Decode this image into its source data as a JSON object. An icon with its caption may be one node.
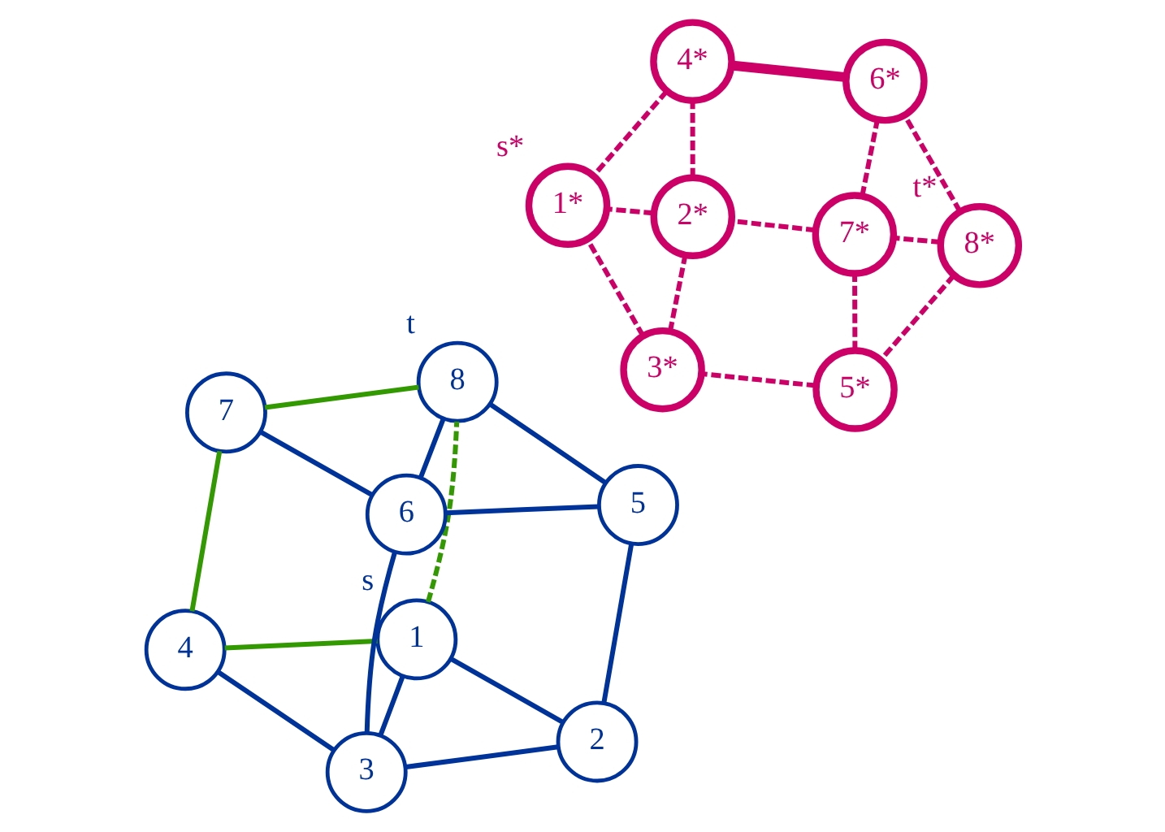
{
  "diagram": {
    "nodes": [
      {
        "text": [
          "1"
        ],
        "beside": [
          "s"
        ]
      },
      {
        "text": [
          "2"
        ]
      },
      {
        "text": [
          "3"
        ]
      },
      {
        "text": [
          "4"
        ]
      },
      {
        "text": [
          "5"
        ]
      },
      {
        "text": [
          "6"
        ]
      },
      {
        "text": [
          "7"
        ]
      },
      {
        "text": [
          "8"
        ],
        "beside": [
          "t"
        ]
      },
      {
        "text": [
          "1*"
        ],
        "beside": [
          "s*"
        ]
      },
      {
        "text": [
          "2*"
        ]
      },
      {
        "text": [
          "3*"
        ]
      },
      {
        "text": [
          "4*"
        ]
      },
      {
        "text": [
          "5*"
        ]
      },
      {
        "text": [
          "6*"
        ]
      },
      {
        "text": [
          "7*"
        ]
      },
      {
        "text": [
          "8*"
        ],
        "beside": [
          "t*"
        ]
      }
    ],
    "edges": [
      {
        "from": 0,
        "to": 1,
        "arrow": "none",
        "color": "#003399"
      },
      {
        "from": 0,
        "to": 2,
        "arrow": "none",
        "color": "#003399"
      },
      {
        "from": 1,
        "to": 2,
        "arrow": "none",
        "color": "#003399"
      },
      {
        "from": 1,
        "to": 4,
        "arrow": "none",
        "color": "#003399"
      },
      {
        "from": 2,
        "to": 5,
        "arrow": "none",
        "color": "#003399"
      },
      {
        "from": 4,
        "to": 5,
        "arrow": "none",
        "color": "#003399"
      },
      {
        "from": 4,
        "to": 7,
        "arrow": "none",
        "color": "#003399"
      },
      {
        "from": 5,
        "to": 7,
        "arrow": "none",
        "color": "#003399"
      },
      {
        "from": 2,
        "to": 3,
        "arrow": "none",
        "color": "#003399"
      },
      {
        "from": 5,
        "to": 6,
        "arrow": "none",
        "color": "#003399"
      },
      {
        "from": 0,
        "to": 3,
        "arrow": "none",
        "color": "#339900"
      },
      {
        "from": 3,
        "to": 6,
        "arrow": "none",
        "color": "#339900"
      },
      {
        "from": 6,
        "to": 7,
        "arrow": "none",
        "color": "#339900"
      },
      {
        "from": 0,
        "to": 7,
        "arrow": "none",
        "style": "dashed",
        "color": "#339900"
      },
      {
        "from": 15,
        "to": 12,
        "arrow": "none",
        "style": "dashed",
        "color": "#cc0066"
      },
      {
        "from": 15,
        "to": 14,
        "arrow": "none",
        "style": "dashed",
        "color": "#cc0066"
      },
      {
        "from": 15,
        "to": 13,
        "arrow": "none",
        "style": "dashed",
        "color": "#cc0066"
      },
      {
        "from": 12,
        "to": 14,
        "arrow": "none",
        "style": "dashed",
        "color": "#cc0066"
      },
      {
        "from": 14,
        "to": 13,
        "arrow": "none",
        "style": "dashed",
        "color": "#cc0066"
      },
      {
        "from": 12,
        "to": 10,
        "arrow": "none",
        "style": "dashed",
        "color": "#cc0066"
      },
      {
        "from": 14,
        "to": 9,
        "arrow": "none",
        "style": "dashed",
        "color": "#cc0066"
      },
      {
        "from": 13,
        "to": 11,
        "arrow": "none",
        "style": "thick",
        "color": "#cc0066"
      },
      {
        "from": 10,
        "to": 9,
        "arrow": "none",
        "style": "dashed",
        "color": "#cc0066"
      },
      {
        "from": 9,
        "to": 11,
        "arrow": "none",
        "style": "dashed",
        "color": "#cc0066"
      },
      {
        "from": 10,
        "to": 8,
        "arrow": "none",
        "style": "dashed",
        "color": "#cc0066"
      },
      {
        "from": 9,
        "to": 8,
        "arrow": "none",
        "style": "dashed",
        "color": "#cc0066"
      },
      {
        "from": 11,
        "to": 8,
        "arrow": "none",
        "style": "dashed",
        "color": "#cc0066"
      }
    ]
  }
}
